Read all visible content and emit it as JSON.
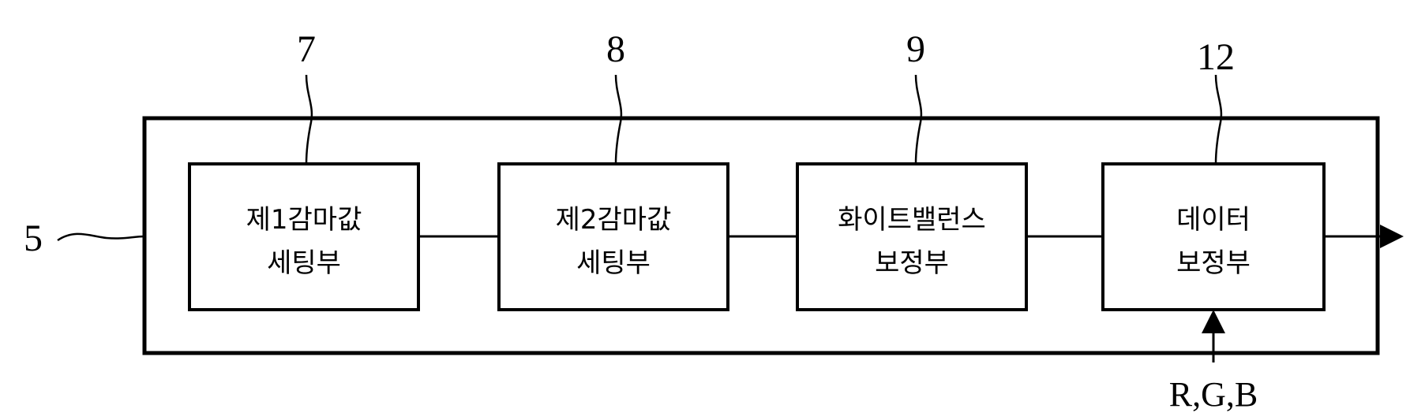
{
  "container": {
    "ref": "5"
  },
  "blocks": [
    {
      "ref": "7",
      "line1": "제1감마값",
      "line2": "세팅부"
    },
    {
      "ref": "8",
      "line1": "제2감마값",
      "line2": "세팅부"
    },
    {
      "ref": "9",
      "line1": "화이트밸런스",
      "line2": "보정부"
    },
    {
      "ref": "12",
      "line1": "데이터",
      "line2": "보정부"
    }
  ],
  "input_label": "R,G,B"
}
